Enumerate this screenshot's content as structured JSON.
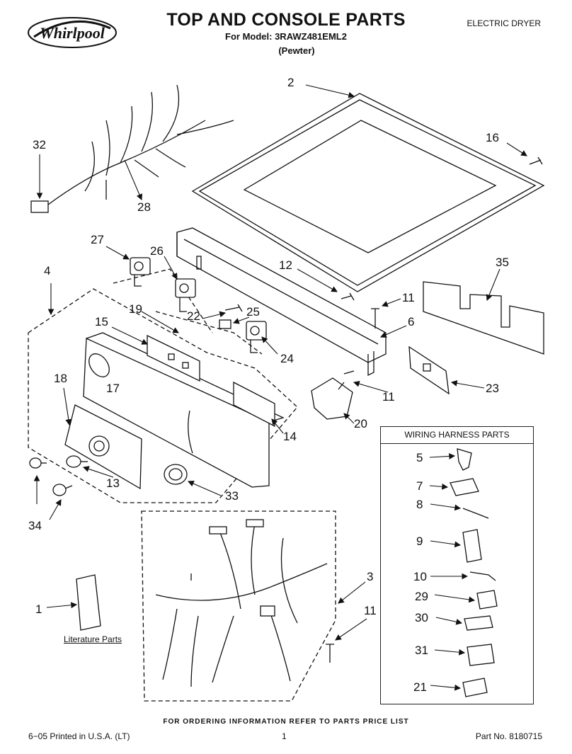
{
  "header": {
    "brand": "Whirlpool",
    "title": "TOP AND CONSOLE PARTS",
    "model_line": "For Model: 3RAWZ481EML2",
    "variant": "(Pewter)",
    "product_type": "ELECTRIC DRYER"
  },
  "callouts": {
    "c1": "1",
    "c2": "2",
    "c3": "3",
    "c4": "4",
    "c5": "5",
    "c6": "6",
    "c7": "7",
    "c8": "8",
    "c9": "9",
    "c10": "10",
    "c11a": "11",
    "c11b": "11",
    "c11c": "11",
    "c12": "12",
    "c13": "13",
    "c14": "14",
    "c15": "15",
    "c16": "16",
    "c17": "17",
    "c18": "18",
    "c19": "19",
    "c20": "20",
    "c21": "21",
    "c22": "22",
    "c23": "23",
    "c24": "24",
    "c25": "25",
    "c26": "26",
    "c27": "27",
    "c28": "28",
    "c29": "29",
    "c30": "30",
    "c31": "31",
    "c32": "32",
    "c33": "33",
    "c34": "34",
    "c35": "35"
  },
  "wiring_box": {
    "title": "WIRING HARNESS PARTS"
  },
  "literature_label": "Literature Parts",
  "footer": {
    "note": "FOR ORDERING INFORMATION REFER TO PARTS PRICE LIST",
    "printed": "6−05 Printed in U.S.A. (LT)",
    "page": "1",
    "part_no": "Part No. 8180715"
  }
}
